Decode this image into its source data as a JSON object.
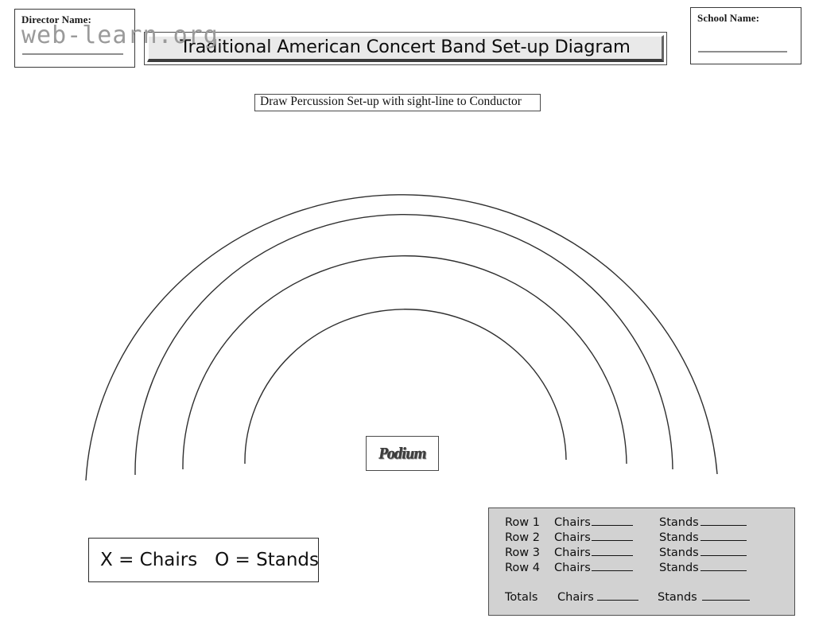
{
  "page": {
    "watermark": "web-learn.org",
    "background_color": "#ffffff"
  },
  "header": {
    "director_box": {
      "label": "Director Name:",
      "value": ""
    },
    "school_box": {
      "label": "School Name:",
      "value": ""
    },
    "title": "Traditional American Concert Band Set-up Diagram",
    "title_fill_color": "#e9e9e9"
  },
  "instructions": {
    "percussion_note": "Draw Percussion Set-up with sight-line to Conductor"
  },
  "stage": {
    "podium_label": "Podium",
    "arc_count": 4,
    "arc_color": "#2f2f2f"
  },
  "legend": {
    "text": "X = Chairs   O = Stands",
    "chairs_symbol": "X",
    "stands_symbol": "O",
    "chairs_label": "Chairs",
    "stands_label": "Stands"
  },
  "count_table": {
    "background_color": "#d2d2d2",
    "chairs_label": "Chairs",
    "stands_label": "Stands",
    "rows": [
      {
        "name": "Row 1",
        "chairs": "",
        "stands": ""
      },
      {
        "name": "Row 2",
        "chairs": "",
        "stands": ""
      },
      {
        "name": "Row 3",
        "chairs": "",
        "stands": ""
      },
      {
        "name": "Row 4",
        "chairs": "",
        "stands": ""
      }
    ],
    "totals": {
      "name": "Totals",
      "chairs": "",
      "stands": ""
    }
  }
}
